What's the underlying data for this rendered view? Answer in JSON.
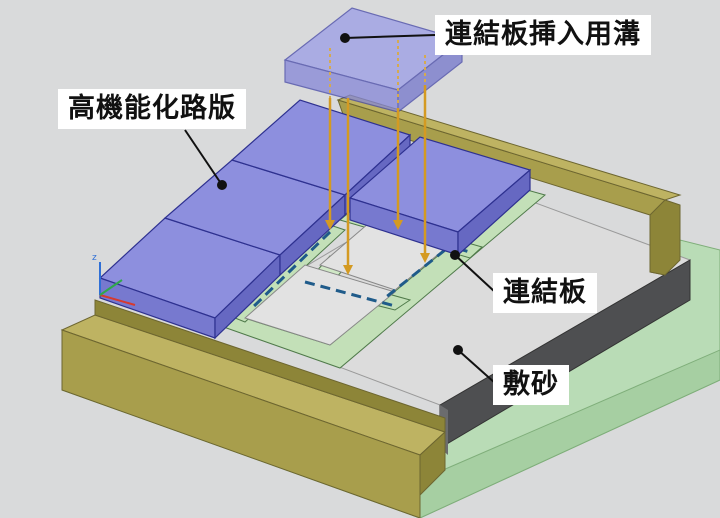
{
  "labels": {
    "insertion_groove": "連結板挿入用溝",
    "high_function_paver": "高機能化路版",
    "connecting_plate": "連結板",
    "bedding_sand": "敷砂"
  },
  "axis_triad": {
    "z": "z"
  },
  "colors": {
    "background": "#d9dadb",
    "paver": "#8d8fde",
    "paver_transparent": "#9b9de6",
    "connecting_plate": "#c3e0b8",
    "curb": "#a89e4c",
    "sand": "#d6d7d7",
    "base": "#b9dcb6",
    "arrow": "#d49a22"
  }
}
